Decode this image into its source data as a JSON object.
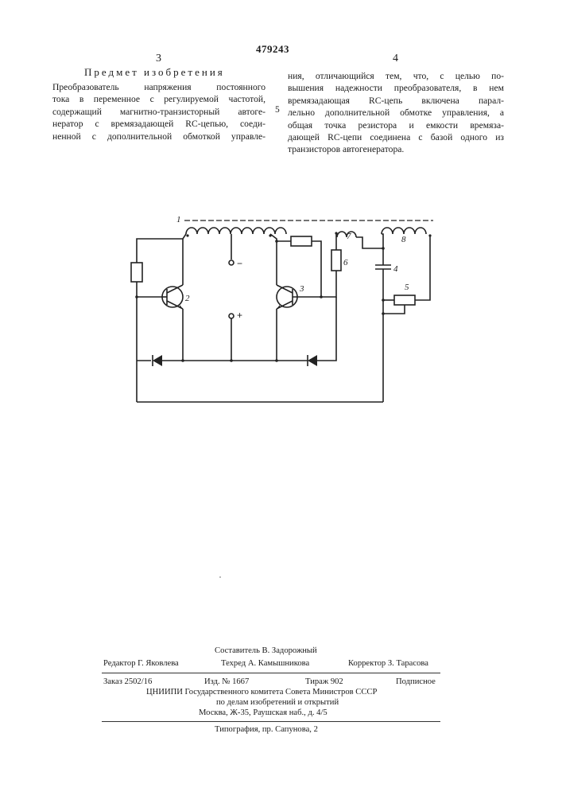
{
  "header": {
    "patent_number": "479243",
    "left_column_number": "3",
    "right_column_number": "4",
    "section_title": "Предмет изобретения"
  },
  "claim": {
    "left_lines": [
      "Преобразователь напряжения постоянного",
      "тока в переменное с регулируемой частотой,",
      "содержащий магнитно-транзисторный автоге-",
      "нератор с времязадающей RC-цепью, соеди-",
      "ненной с дополнительной обмоткой управле-"
    ],
    "line_marker": "5",
    "right_lines": [
      "ния, отличающийся тем, что, с целью по-",
      "вышения надежности преобразователя, в нем",
      "времязадающая RC-цепь включена парал-",
      "лельно дополнительной обмотке управления, а",
      "общая точка резистора и емкости времяза-",
      "дающей RC-цепи соединена с базой одного из",
      "транзисторов автогенератора."
    ]
  },
  "circuit": {
    "labels": {
      "winding_main": "1",
      "transistor_left": "2",
      "transistor_right": "3",
      "capacitor": "4",
      "potentiometer": "5",
      "resistor": "6",
      "winding_control": "7",
      "winding_output": "8",
      "minus_terminal": "−",
      "plus_terminal": "+"
    }
  },
  "imprint": {
    "compiler": "Составитель В. Задорожный",
    "editor": "Редактор Г. Яковлева",
    "techred": "Техред А. Камышникова",
    "corrector": "Корректор З. Тарасова",
    "order": "Заказ 2502/16",
    "edition": "Изд. № 1667",
    "print_run": "Тираж 902",
    "subscription": "Подписное",
    "institute": "ЦНИИПИ Государственного комитета Совета Министров СССР",
    "institute_line2": "по делам изобретений и открытий",
    "address": "Москва, Ж-35, Раушская наб., д. 4/5",
    "typography": "Типография, пр. Сапунова, 2"
  }
}
